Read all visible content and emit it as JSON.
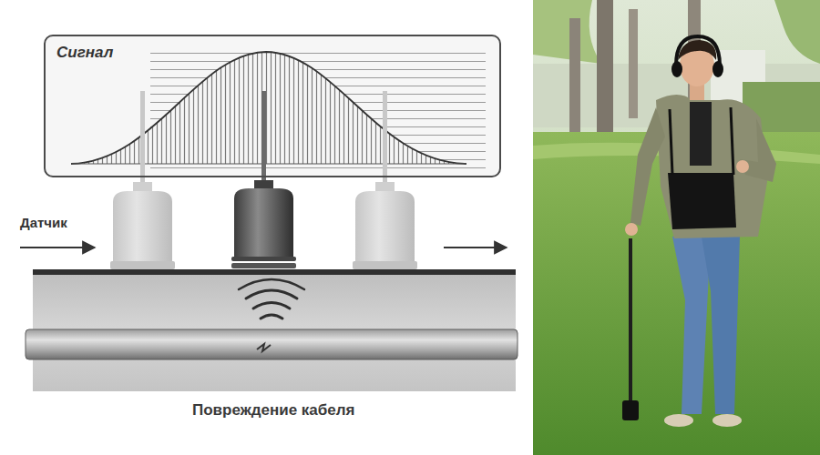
{
  "diagram": {
    "caption": "Повреждение кабеля",
    "nodes": [
      {
        "text": [
          "Сигнал"
        ]
      }
    ],
    "labels": [
      "Датчик"
    ]
  }
}
